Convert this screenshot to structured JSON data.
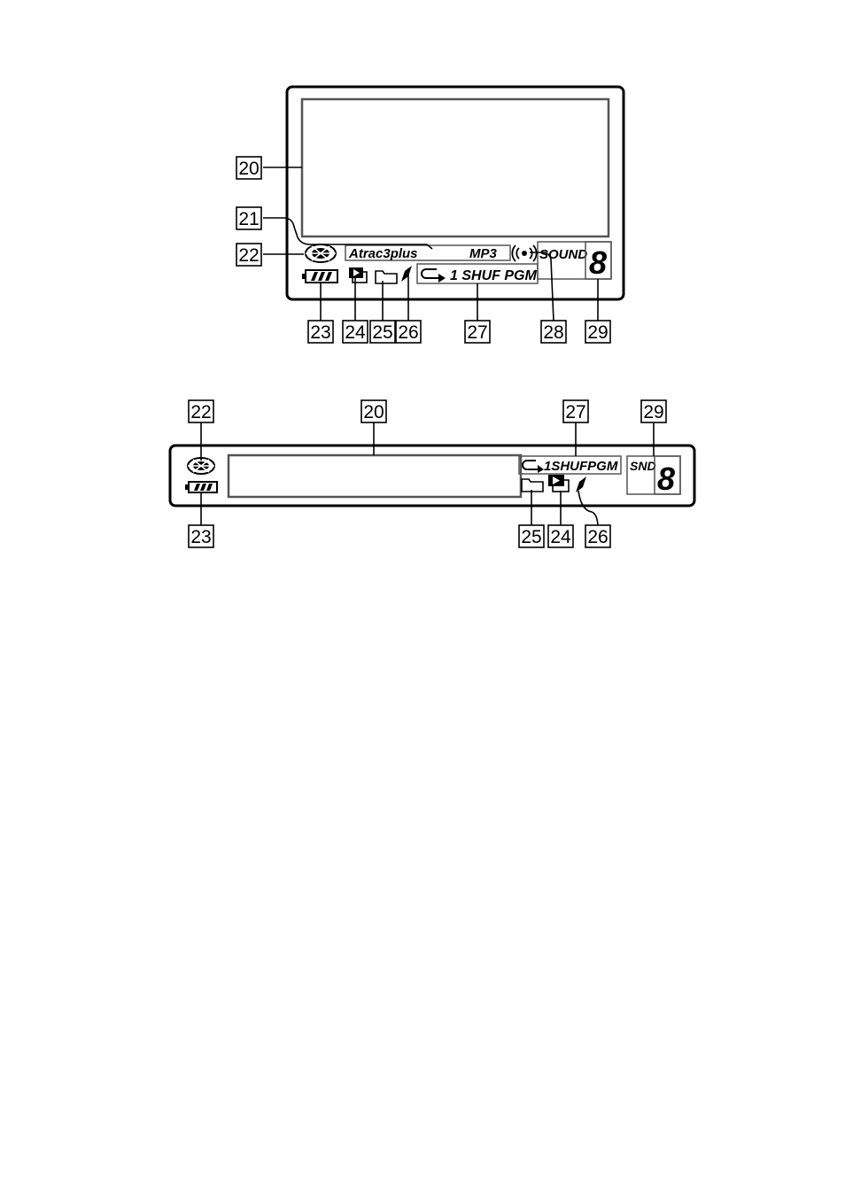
{
  "callouts": {
    "c20": "20",
    "c21": "21",
    "c22": "22",
    "c23": "23",
    "c24": "24",
    "c25": "25",
    "c26": "26",
    "c27": "27",
    "c28": "28",
    "c29": "29"
  },
  "bottom_callouts": {
    "c20": "20",
    "c22": "22",
    "c23": "23",
    "c24": "24",
    "c25": "25",
    "c26": "26",
    "c27": "27",
    "c29": "29"
  },
  "top_display": {
    "codec_atrac": "Atrac3plus",
    "codec_mp3": "MP3",
    "play_mode": "1 SHUF PGM",
    "sound_label": "SOUND",
    "sound_digit": "8"
  },
  "bottom_display": {
    "play_mode": "1SHUFPGM",
    "sound_label": "SND",
    "sound_digit": "8"
  },
  "icons": [
    "disc-icon",
    "battery-icon",
    "group-play-icon",
    "folder-icon",
    "bookmark-icon",
    "repeat-icon",
    "sound-wave-icon"
  ]
}
